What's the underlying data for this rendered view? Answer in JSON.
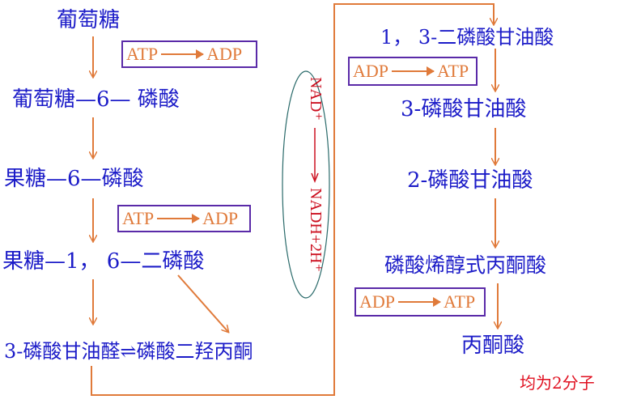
{
  "left": {
    "glucose": "葡萄糖",
    "glucose_6p": "葡萄糖—6— 磷酸",
    "fructose_6p": "果糖—6—磷酸",
    "fructose_16bp": "果糖—1， 6—二磷酸",
    "g3p_dhap": "3-磷酸甘油醛⇌磷酸二羟丙酮",
    "box1": {
      "from": "ATP",
      "to": "ADP"
    },
    "box2": {
      "from": "ATP",
      "to": "ADP"
    }
  },
  "middle": {
    "nad": "NAD⁺",
    "nadh": "NADH+2H⁺"
  },
  "right": {
    "bpg13": "1， 3-二磷酸甘油酸",
    "pg3": "3-磷酸甘油酸",
    "pg2": "2-磷酸甘油酸",
    "pep": "磷酸烯醇式丙酮酸",
    "pyruvate": "丙酮酸",
    "box1": {
      "from": "ADP",
      "to": "ATP"
    },
    "box2": {
      "from": "ADP",
      "to": "ATP"
    }
  },
  "note": "均为2分子",
  "colors": {
    "text": "#1c1cc8",
    "arrow": "#e07a3a",
    "box": "#5a2aa8",
    "red": "#cc1020",
    "ellipse": "#2a6a6a"
  }
}
